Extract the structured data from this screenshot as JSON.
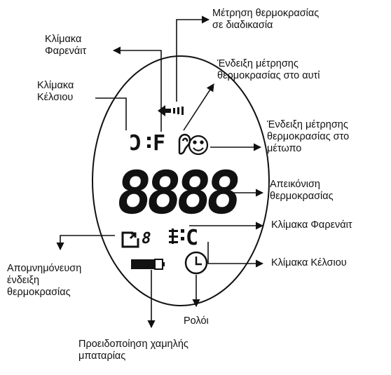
{
  "labels": {
    "measuring": "Μέτρηση θερμοκρασίας\nσε διαδικασία",
    "fahrenheit_scale_top": "Κλίμακα\nΦαρενάιτ",
    "ear_indicator": "Ένδειξη μέτρησης\nθερμοκρασίας στο αυτί",
    "celsius_scale_top": "Κλίμακα\nΚέλσιου",
    "forehead_indicator": "Ένδειξη μέτρησης\nθερμοκρασίας στο\nμέτωπο",
    "temp_display": "Απεικόνιση\nθερμοκρασίας",
    "fahrenheit_scale_right": "Κλίμακα Φαρενάιτ",
    "memory": "Απομνημόνευση\nένδειξη\nθερμοκρασίας",
    "celsius_scale_right": "Κλίμακα Κέλσιου",
    "clock": "Ρολόι",
    "low_battery": "Προειδοποίηση χαμηλής\nμπαταρίας"
  },
  "display": {
    "top_unit_c": "C",
    "top_unit_f": "F",
    "digits": "8888",
    "memory_digit": "8",
    "bottom_unit_f": "F",
    "bottom_unit_c": "C"
  }
}
